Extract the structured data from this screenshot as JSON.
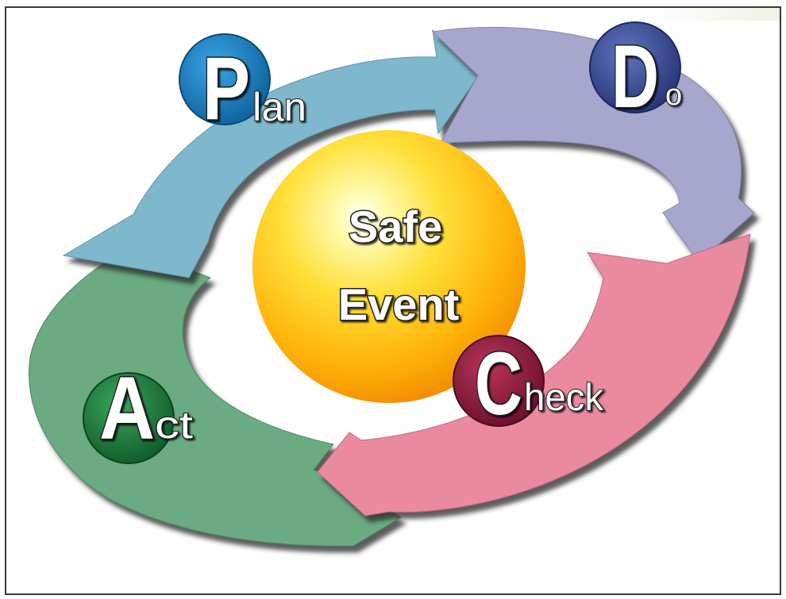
{
  "colors": {
    "plan_arrow": "#7fb8cc",
    "do_arrow": "#a7a6cc",
    "check_arrow": "#ea8aa0",
    "act_arrow": "#6aab82",
    "plan_badge": "#1a7fc4",
    "do_badge": "#3b4f9e",
    "check_badge": "#8e1d3e",
    "act_badge": "#1c7a3b",
    "sphere_core": "#fff36a",
    "sphere_edge": "#f7a100"
  },
  "center": {
    "line1": "Safe",
    "line2": "Event"
  },
  "stages": {
    "plan": {
      "letter": "P",
      "rest": "lan"
    },
    "do": {
      "letter": "D",
      "rest": "o"
    },
    "check": {
      "letter": "C",
      "rest": "heck"
    },
    "act": {
      "letter": "A",
      "rest": "ct"
    }
  }
}
